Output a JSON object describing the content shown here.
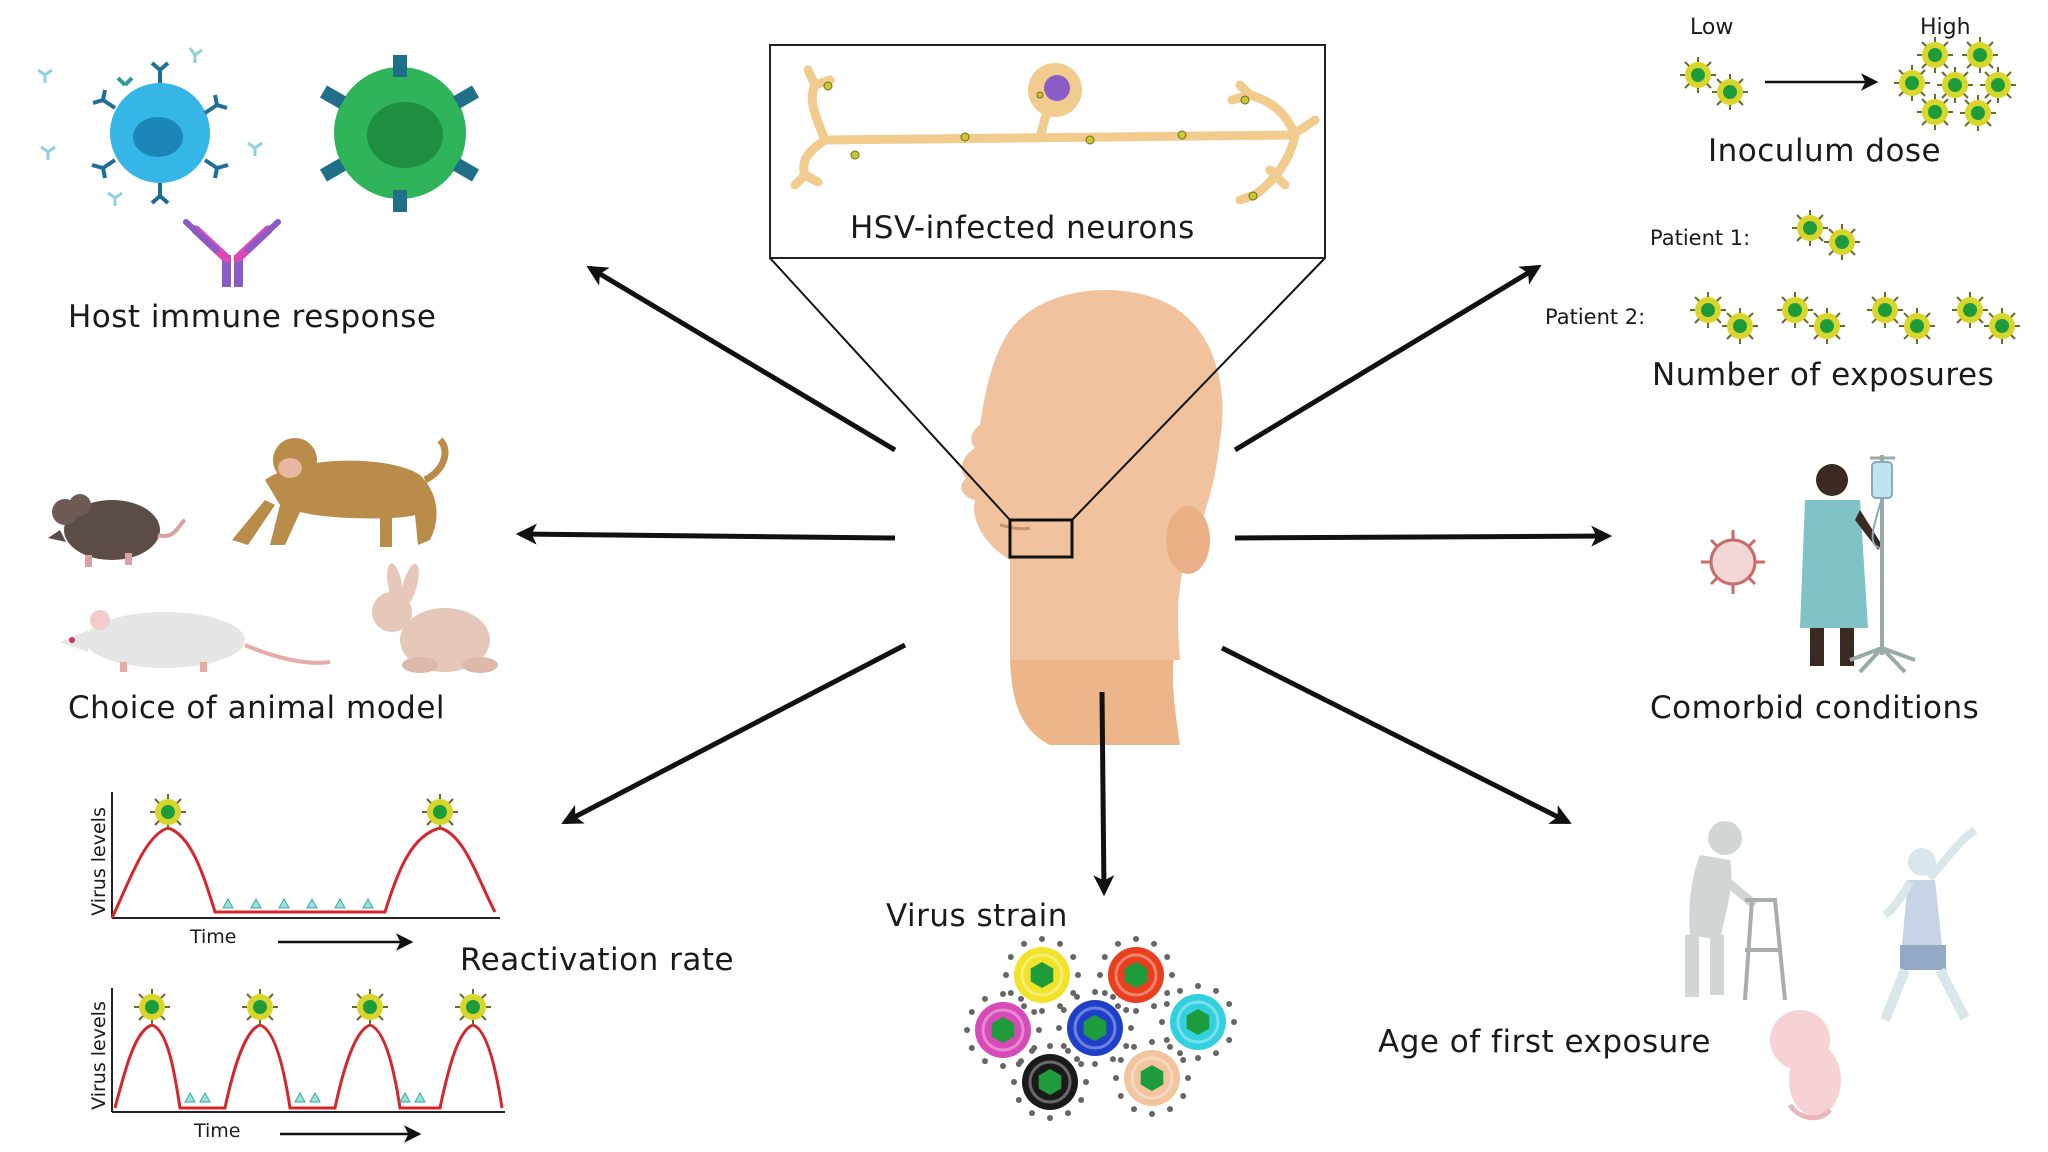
{
  "center": {
    "neuron_label": "HSV-infected neurons"
  },
  "factors": {
    "host_immune": "Host immune response",
    "animal_model": "Choice of animal model",
    "reactivation": "Reactivation rate",
    "virus_strain": "Virus strain",
    "age_exposure": "Age of first exposure",
    "comorbid": "Comorbid conditions",
    "exposures": "Number of exposures",
    "inoculum": "Inoculum dose"
  },
  "inoculum_scale": {
    "low": "Low",
    "high": "High"
  },
  "patients": {
    "p1": "Patient 1:",
    "p2": "Patient 2:"
  },
  "plots": {
    "ylabel": "Virus levels",
    "xlabel": "Time"
  },
  "colors": {
    "arrow": "#111111",
    "virus_core": "#1e9b3b",
    "virus_shell": "#d8d62a",
    "curve": "#d7262b",
    "skin": "#f0c39e",
    "neuron": "#f2cc8f",
    "immune_blue": "#35b6e6",
    "immune_green": "#2fb45a"
  },
  "strain_colors": [
    "#f1e32a",
    "#e8401f",
    "#d84ab8",
    "#1f3fc9",
    "#33d0e0",
    "#1a1a1a",
    "#f2c59e"
  ]
}
